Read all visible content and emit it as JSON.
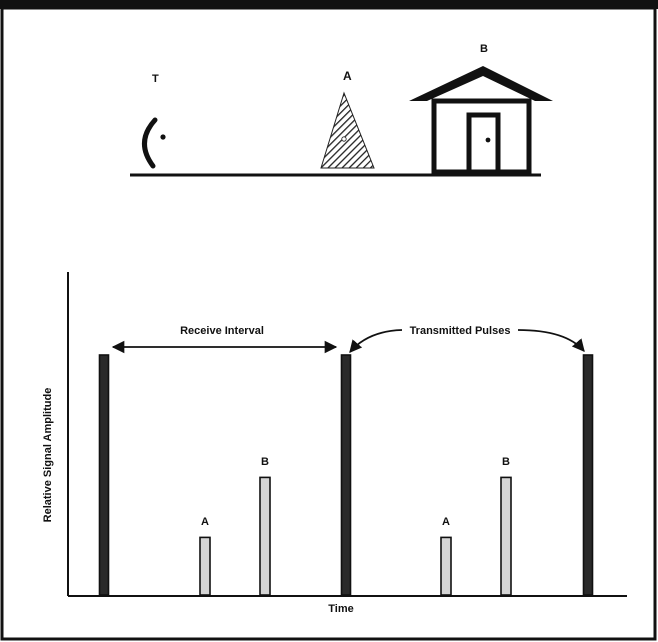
{
  "scene": {
    "transmitter_label": "T",
    "tree_label": "A",
    "house_label": "B"
  },
  "chart": {
    "ylabel": "Relative Signal Amplitude",
    "xlabel": "Time",
    "receive_interval_label": "Receive Interval",
    "transmitted_pulses_label": "Transmitted Pulses",
    "echo_a_label": "A",
    "echo_b_label": "B"
  },
  "chart_data": {
    "type": "bar",
    "title": "",
    "xlabel": "Time",
    "ylabel": "Relative Signal Amplitude",
    "grid": false,
    "series": [
      {
        "name": "Transmitted Pulses",
        "values": [
          1.0,
          1.0,
          1.0
        ]
      },
      {
        "name": "A",
        "values": [
          0.24,
          0.24
        ]
      },
      {
        "name": "B",
        "values": [
          0.49,
          0.49
        ]
      }
    ],
    "colors": {
      "frame": "#111111",
      "pulse_fill": "#2a2a2a",
      "echo_fill": "#d4d4d4"
    }
  }
}
